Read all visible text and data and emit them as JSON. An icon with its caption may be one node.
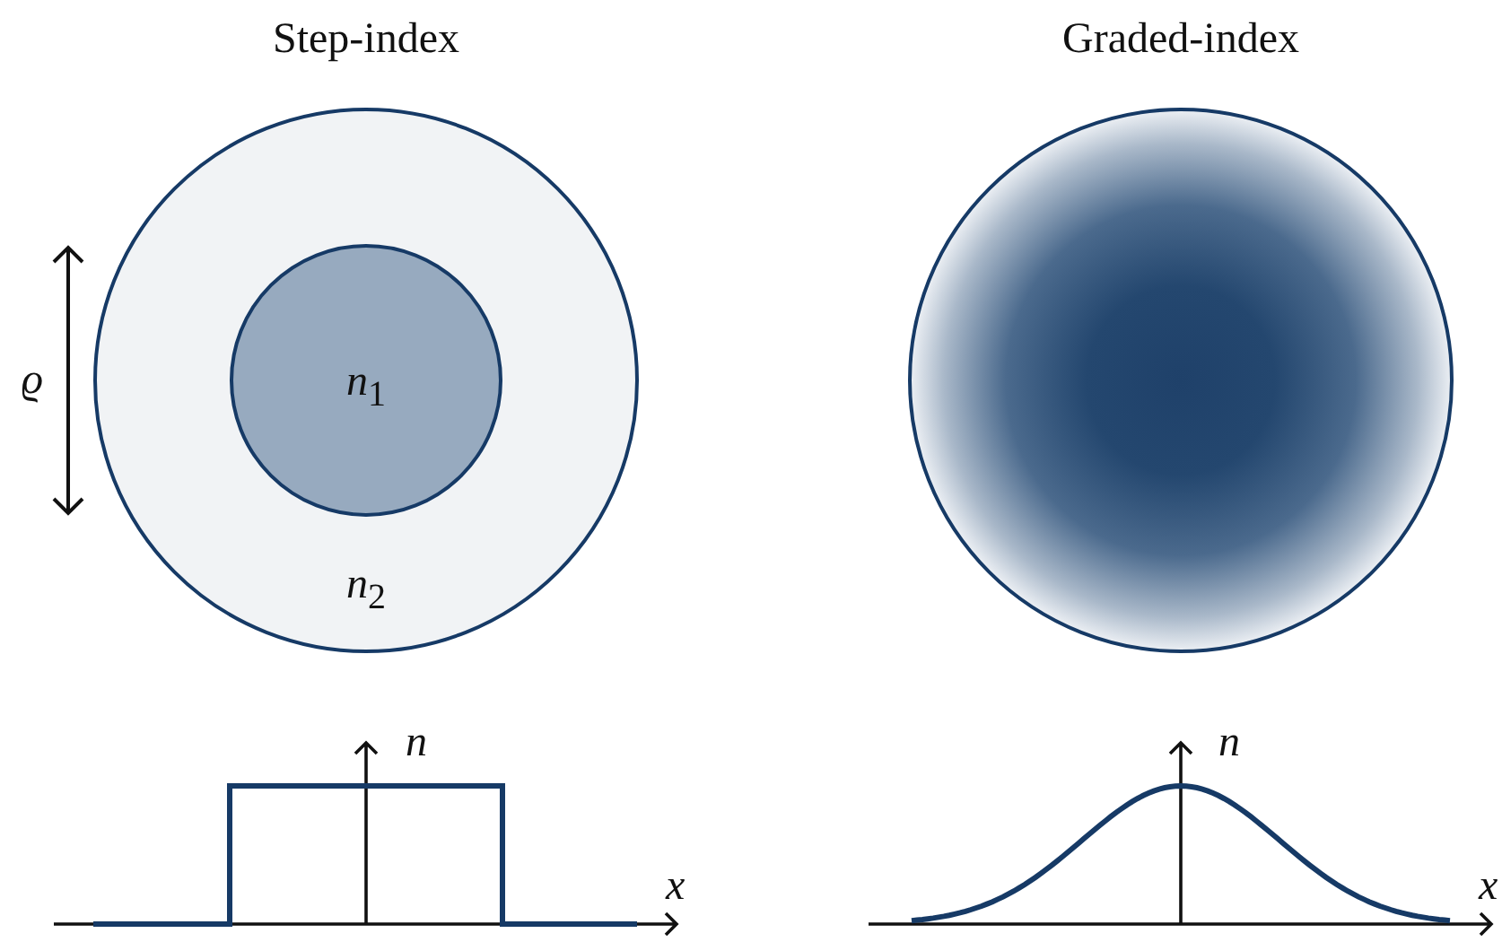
{
  "diagram": {
    "nodes": [
      {
        "text": [
          "*n*$_{2}$"
        ]
      },
      {
        "text": [
          "*n*$_{1}$"
        ],
        "in": 0
      },
      {
        "text": [],
        "shape": "circle"
      }
    ],
    "labels": [
      "Step-index",
      "Graded-index",
      "ϱ",
      "n",
      "x",
      "n",
      "x"
    ]
  }
}
